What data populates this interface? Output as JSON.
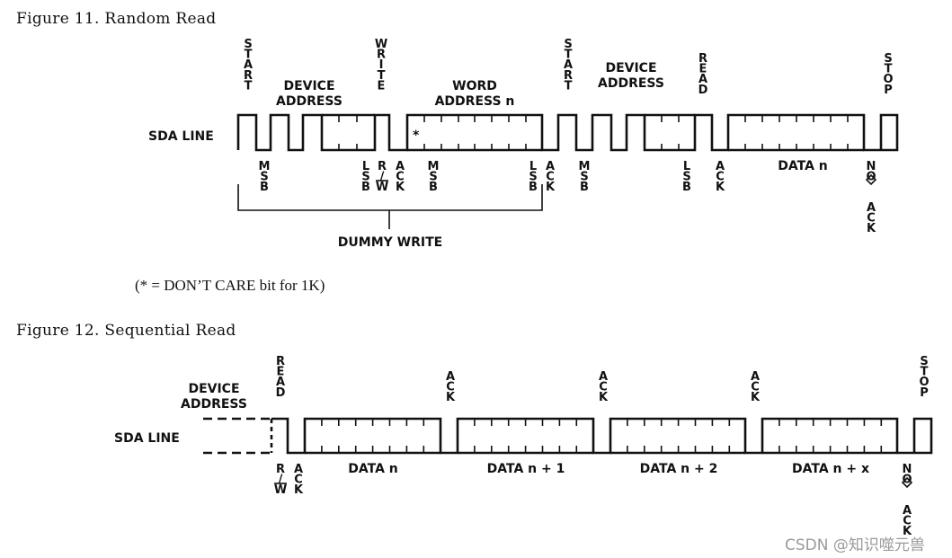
{
  "figure11": {
    "title": "Figure 11. Random Read",
    "sda_label": "SDA LINE",
    "device_address": [
      "DEVICE",
      "ADDRESS"
    ],
    "device_address_2": [
      "DEVICE",
      "ADDRESS"
    ],
    "word_address": [
      "WORD",
      "ADDRESS n"
    ],
    "start": "START",
    "start2": "START",
    "write": "WRITE",
    "read": "READ",
    "stop": "STOP",
    "msb": "MSB",
    "lsb": "LSB",
    "rw": "R/W",
    "ack": "ACK",
    "no": "NO",
    "star": "*",
    "data_n": "DATA n",
    "dummy_write": "DUMMY WRITE",
    "note": "(* = DON’T CARE bit for 1K)"
  },
  "figure12": {
    "title": "Figure 12. Sequential Read",
    "sda_label": "SDA LINE",
    "device_address": [
      "DEVICE",
      "ADDRESS"
    ],
    "read": "READ",
    "stop": "STOP",
    "ack": "ACK",
    "rw": "R/W",
    "no": "NO",
    "data_labels": [
      "DATA n",
      "DATA n + 1",
      "DATA n + 2",
      "DATA n + x"
    ]
  },
  "watermark": "CSDN @知识噬元兽"
}
